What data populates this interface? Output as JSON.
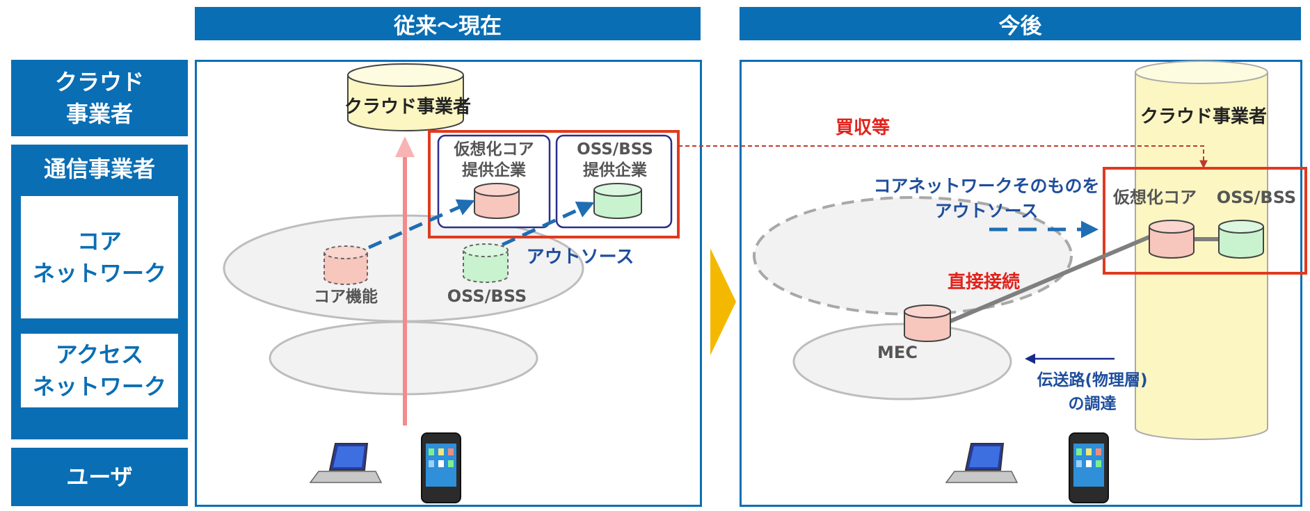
{
  "headers": {
    "left": "従来〜現在",
    "right": "今後"
  },
  "side": {
    "cloud": [
      "クラウド",
      "事業者"
    ],
    "telecom": "通信事業者",
    "core": "コア\nネットワーク",
    "access": "アクセス\nネットワーク",
    "user": "ユーザ"
  },
  "left": {
    "cloud_label": "クラウド事業者",
    "vcore_company": [
      "仮想化コア",
      "提供企業"
    ],
    "oss_company": [
      "OSS/BSS",
      "提供企業"
    ],
    "core_func": "コア機能",
    "oss_bss": "OSS/BSS",
    "outsource": "アウトソース"
  },
  "right": {
    "cloud_label": "クラウド事業者",
    "acquisition": "買収等",
    "core_outsource": [
      "コアネットワークそのものを",
      "アウトソース"
    ],
    "vcore": "仮想化コア",
    "oss_bss": "OSS/BSS",
    "direct": "直接接続",
    "mec": "MEC",
    "transport": [
      "伝送路(物理層)",
      "の調達"
    ]
  },
  "colors": {
    "brand_blue": "#0a6eb4",
    "highlight_red": "#e03a1e",
    "arrow_gold": "#f5b800",
    "pink_db": "#f7c6bd",
    "green_db": "#c9f2cf",
    "cloud_yellow": "#fbf6c2"
  }
}
